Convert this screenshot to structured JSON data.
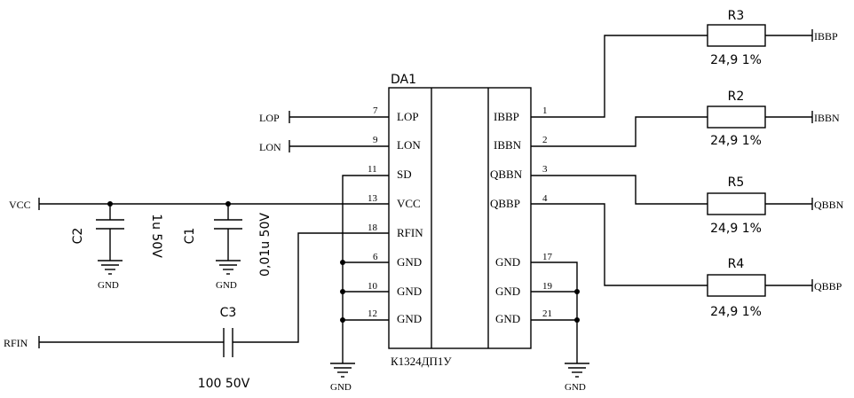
{
  "chip": {
    "ref": "DA1",
    "part": "К1324ДП1У",
    "left_pins": [
      {
        "num": "7",
        "name": "LOP"
      },
      {
        "num": "9",
        "name": "LON"
      },
      {
        "num": "11",
        "name": "SD"
      },
      {
        "num": "13",
        "name": "VCC"
      },
      {
        "num": "18",
        "name": "RFIN"
      },
      {
        "num": "6",
        "name": "GND"
      },
      {
        "num": "10",
        "name": "GND"
      },
      {
        "num": "12",
        "name": "GND"
      }
    ],
    "right_pins": [
      {
        "num": "1",
        "name": "IBBP"
      },
      {
        "num": "2",
        "name": "IBBN"
      },
      {
        "num": "3",
        "name": "QBBN"
      },
      {
        "num": "4",
        "name": "QBBP"
      },
      {
        "num": "17",
        "name": "GND"
      },
      {
        "num": "19",
        "name": "GND"
      },
      {
        "num": "21",
        "name": "GND"
      }
    ]
  },
  "ports": {
    "lop": "LOP",
    "lon": "LON",
    "vcc": "VCC",
    "rfin": "RFIN",
    "ibbp": "IBBP",
    "ibbn": "IBBN",
    "qbbn": "QBBN",
    "qbbp": "QBBP"
  },
  "gnd_label": "GND",
  "capacitors": {
    "c2": {
      "ref": "C2",
      "value": "1u 50V"
    },
    "c1": {
      "ref": "C1",
      "value": "0,01u 50V"
    },
    "c3": {
      "ref": "C3",
      "value": "100 50V"
    }
  },
  "resistors": {
    "r3": {
      "ref": "R3",
      "value": "24,9 1%"
    },
    "r2": {
      "ref": "R2",
      "value": "24,9 1%"
    },
    "r5": {
      "ref": "R5",
      "value": "24,9 1%"
    },
    "r4": {
      "ref": "R4",
      "value": "24,9 1%"
    }
  }
}
